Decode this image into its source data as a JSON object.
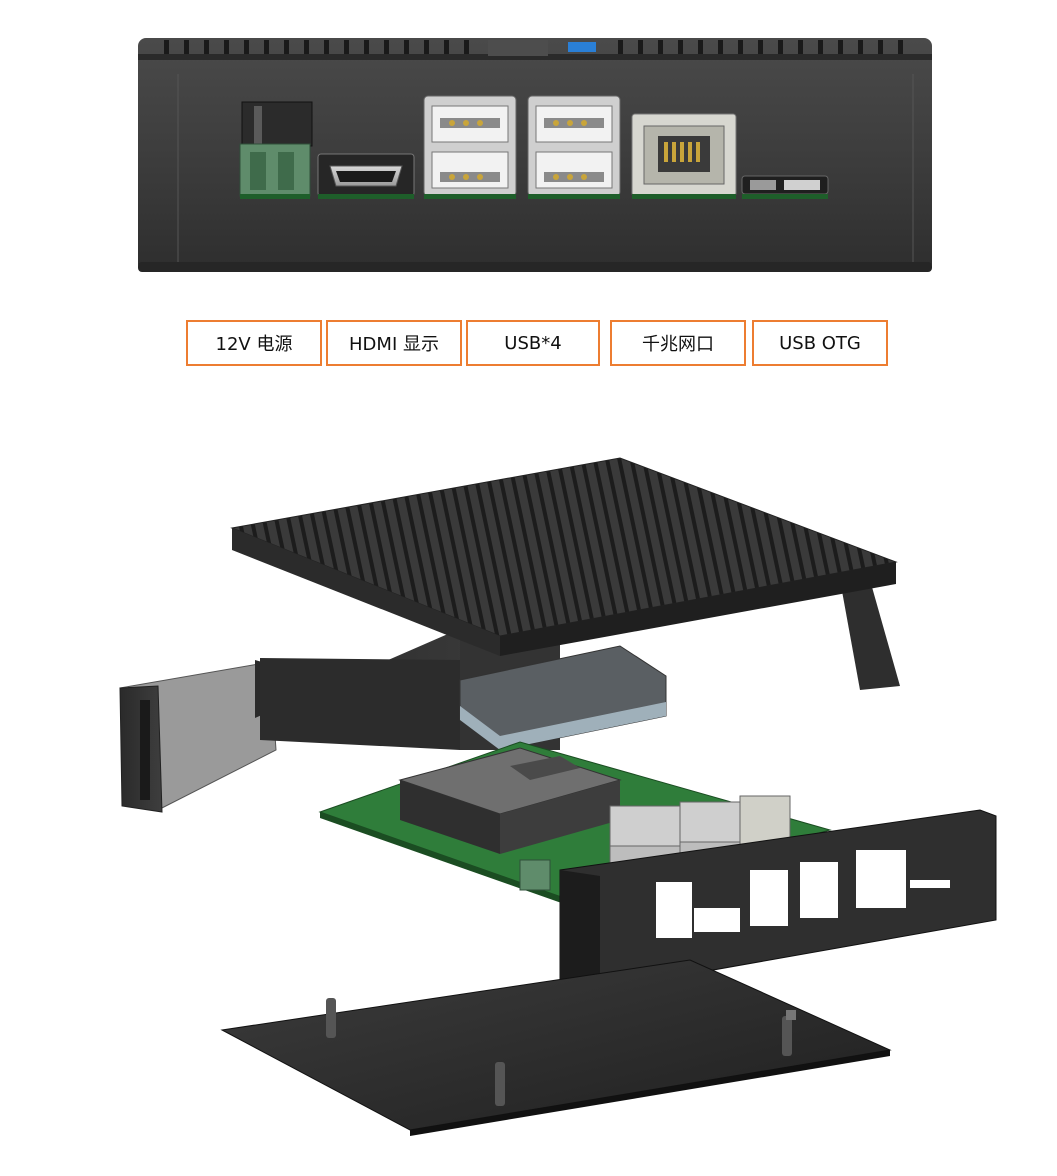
{
  "labels": {
    "power": "12V 电源",
    "hdmi": "HDMI 显示",
    "usb": "USB*4",
    "ethernet": "千兆网口",
    "otg": "USB OTG"
  },
  "colors": {
    "label_border": "#ed7d31",
    "case_dark": "#3c3c3c",
    "pcb_green": "#2f7d3a"
  }
}
